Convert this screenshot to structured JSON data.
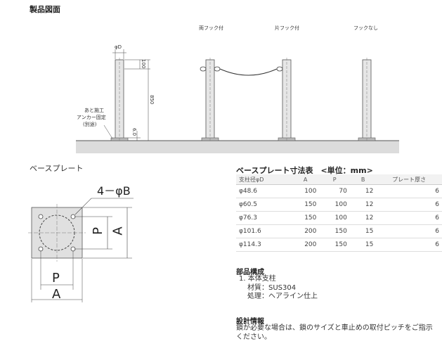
{
  "product_drawing": {
    "title": "製品図面",
    "labels": {
      "both_hook": "両フック付",
      "one_hook": "片フック付",
      "no_hook": "フックなし",
      "phi_d": "φD",
      "dim_100": "100",
      "dim_850": "850",
      "dim_6": "6.0",
      "anchor_line1": "あと施工",
      "anchor_line2": "アンカー固定",
      "anchor_line3": "(別途)"
    }
  },
  "base_plate": {
    "title": "ベースプレート",
    "hole_label": "4－φB",
    "p_label": "P",
    "a_label": "A"
  },
  "dim_table": {
    "title": "ベースプレート寸法表　<単位：mm>",
    "headers": [
      "支柱径φD",
      "A",
      "P",
      "B",
      "プレート厚さ"
    ],
    "rows": [
      [
        "φ48.6",
        "100",
        "70",
        "12",
        "6"
      ],
      [
        "φ60.5",
        "150",
        "100",
        "12",
        "6"
      ],
      [
        "φ76.3",
        "150",
        "100",
        "12",
        "6"
      ],
      [
        "φ101.6",
        "200",
        "150",
        "15",
        "6"
      ],
      [
        "φ114.3",
        "200",
        "150",
        "15",
        "6"
      ]
    ]
  },
  "parts": {
    "title": "部品構成",
    "item1": "1. 本体支柱",
    "material": "材質：SUS304",
    "finish": "処理：ヘアライン仕上"
  },
  "design": {
    "title": "設計情報",
    "line1": "鎖が必要な場合は、鎖のサイズと車止めの取付ピッチをご指示",
    "line2": "ください。"
  }
}
